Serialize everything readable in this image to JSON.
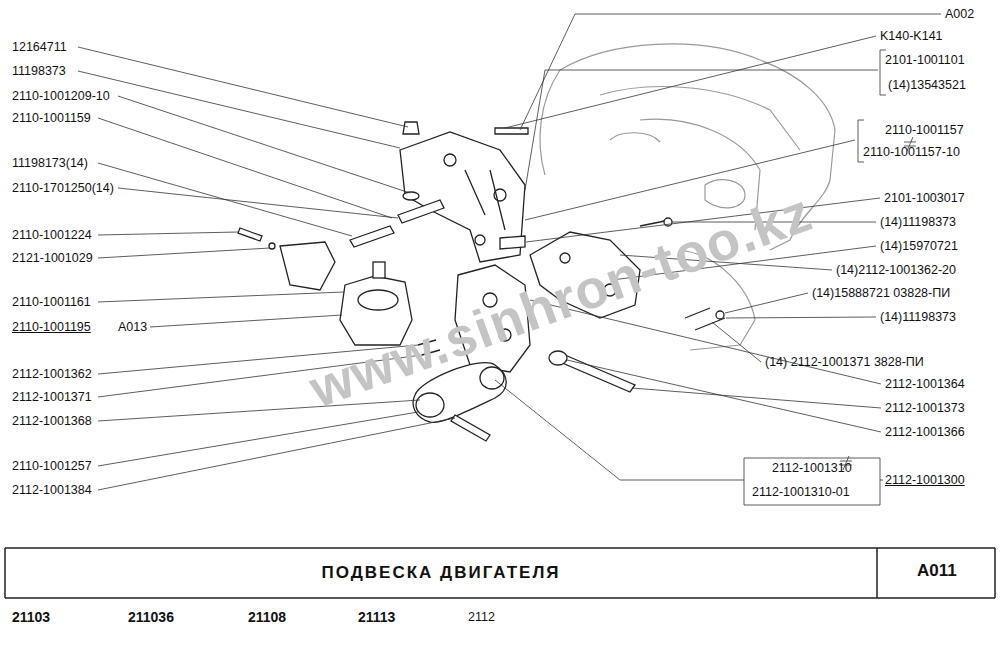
{
  "diagram": {
    "title": "ПОДВЕСКА ДВИГАТЕЛЯ",
    "labels": [
      "12164711",
      "11198373",
      "2110-1001209-10",
      "2110-1001159",
      "11198173(14)",
      "2110-1701250(14)",
      "2110-1001224",
      "2121-1001029",
      "2110-1001161",
      "2110-1001195",
      "A013",
      "2112-1001362",
      "2112-1001371",
      "2112-1001368",
      "2110-1001257",
      "2112-1001384",
      "A002",
      "K140-K141",
      "2101-1001101",
      "(14)13543521",
      "2110-1001157",
      "2110-1001157-10",
      "2101-1003017",
      "(14)11198373",
      "(14)15970721",
      "(14)2112-1001362-20",
      "(14)15888721 03828-ПИ",
      "(14)11198373",
      "(14) 2112-1001371 3828-ПИ",
      "2112-1001364",
      "2112-1001373",
      "2112-1001366",
      "2112-1001310",
      "2112-1001310-01",
      "2112-1001300",
      "www.sinhron-too.kz",
      "A011",
      "21103",
      "211036",
      "21108",
      "21113",
      "2112"
    ]
  }
}
